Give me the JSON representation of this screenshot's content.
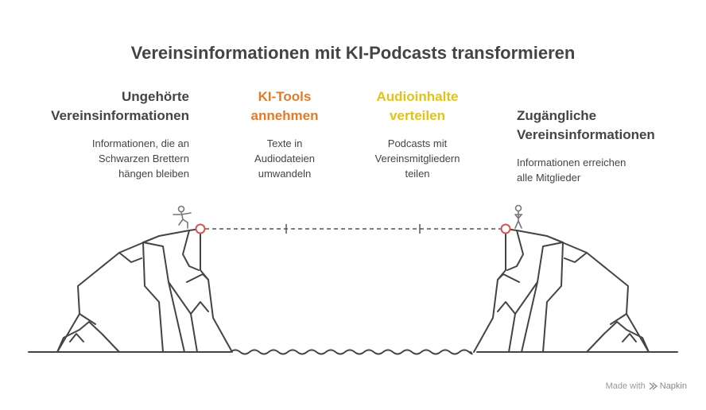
{
  "title": "Vereinsinformationen mit KI-Podcasts transformieren",
  "steps": [
    {
      "heading": [
        "Ungehörte",
        "Vereinsinformationen"
      ],
      "text": [
        "Informationen, die an",
        "Schwarzen Brettern",
        "hängen bleiben"
      ],
      "color": "#444444"
    },
    {
      "heading": [
        "KI-Tools",
        "annehmen"
      ],
      "text": [
        "Texte in",
        "Audiodateien",
        "umwandeln"
      ],
      "color": "#e07b2a"
    },
    {
      "heading": [
        "Audioinhalte",
        "verteilen"
      ],
      "text": [
        "Podcasts mit",
        "Vereinsmitgliedern",
        "teilen"
      ],
      "color": "#e0c21c"
    },
    {
      "heading": [
        "Zugängliche",
        "Vereinsinformationen"
      ],
      "text": [
        "Informationen erreichen",
        "alle Mitglieder"
      ],
      "color": "#444444"
    }
  ],
  "footer": {
    "made_with": "Made with",
    "brand": "Napkin",
    "logo_icon": "napkin-logo-icon"
  },
  "colors": {
    "endpoint": "#d9534f",
    "line": "#555555"
  }
}
